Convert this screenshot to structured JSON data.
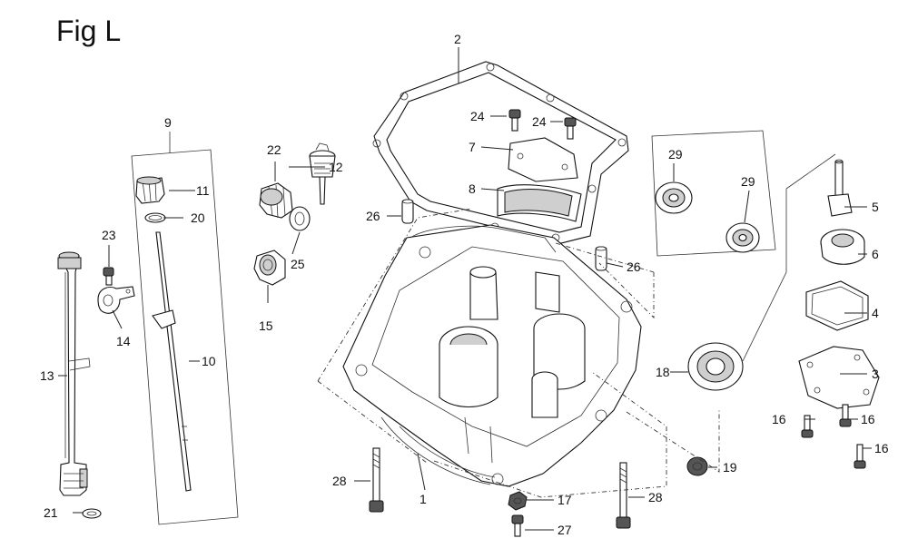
{
  "figure": {
    "title": "Fig L"
  },
  "callouts": {
    "c1": "1",
    "c2": "2",
    "c3": "3",
    "c4": "4",
    "c5": "5",
    "c6": "6",
    "c7": "7",
    "c8": "8",
    "c9": "9",
    "c10": "10",
    "c11": "11",
    "c12": "12",
    "c13": "13",
    "c14": "14",
    "c15": "15",
    "c16a": "16",
    "c16b": "16",
    "c16c": "16",
    "c17": "17",
    "c18": "18",
    "c19": "19",
    "c20": "20",
    "c21": "21",
    "c22": "22",
    "c23": "23",
    "c24a": "24",
    "c24b": "24",
    "c25": "25",
    "c26a": "26",
    "c26b": "26",
    "c27": "27",
    "c28a": "28",
    "c28b": "28",
    "c29a": "29",
    "c29b": "29"
  }
}
